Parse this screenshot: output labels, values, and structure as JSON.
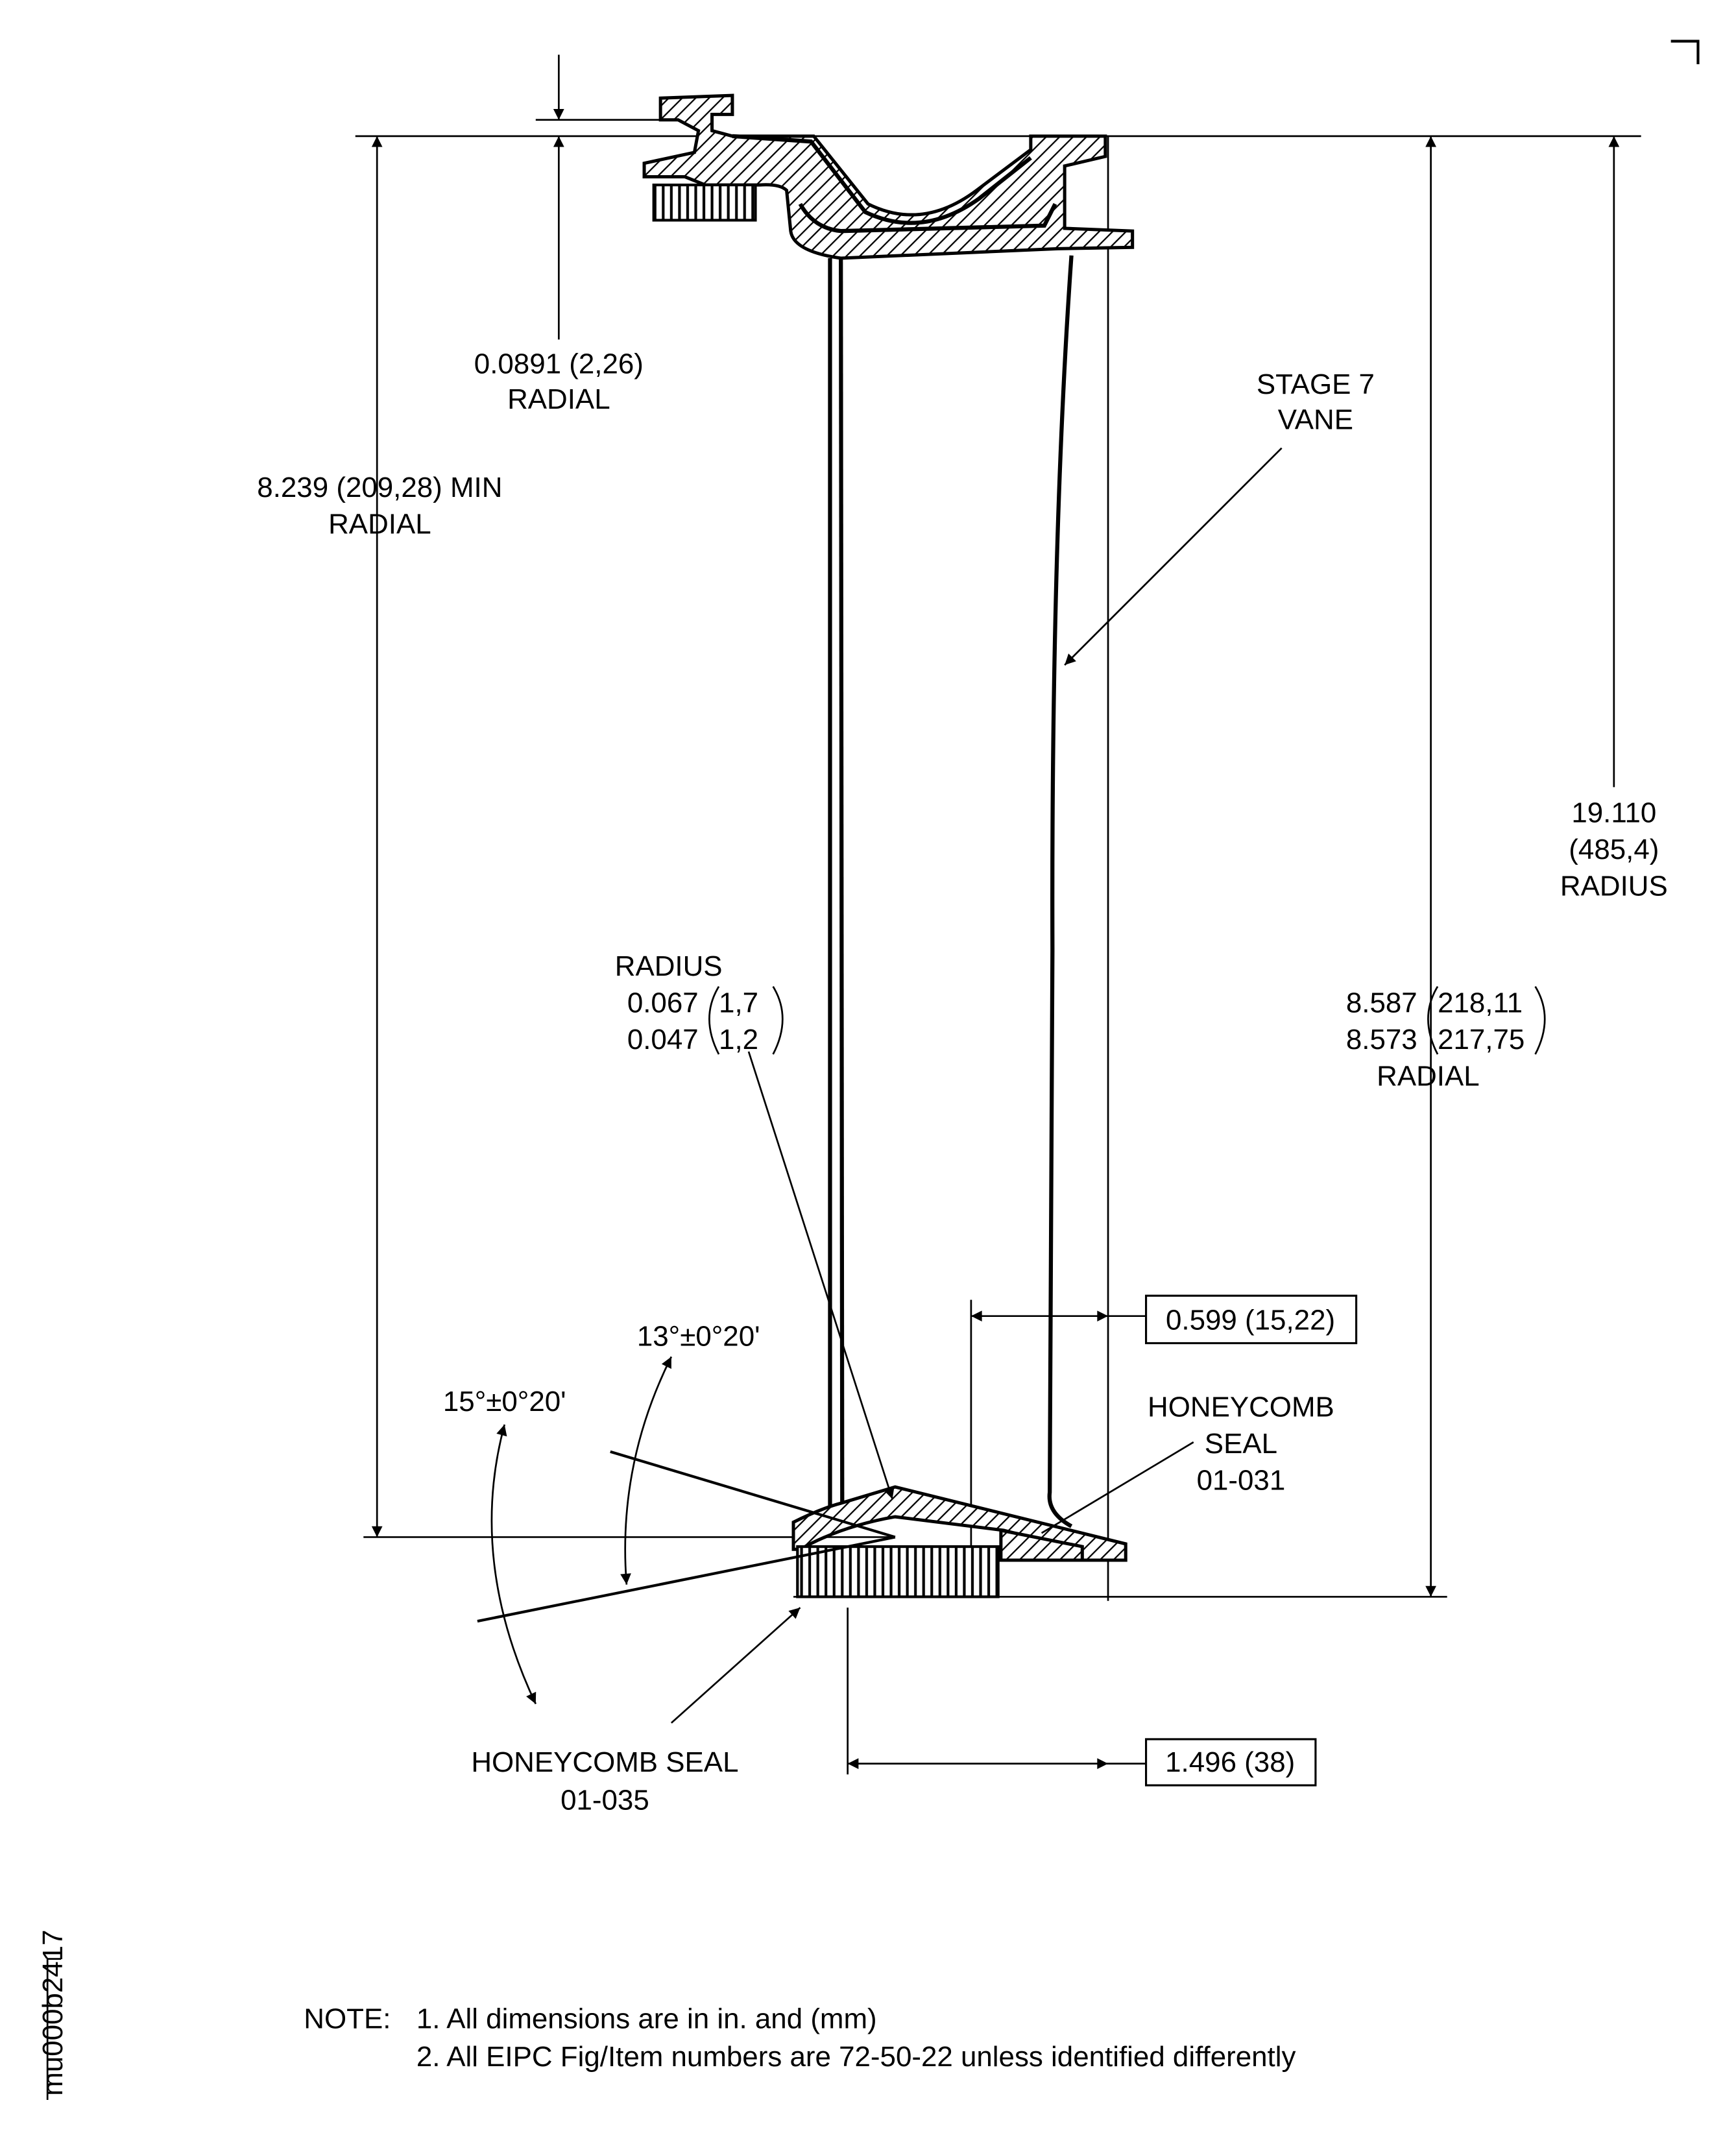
{
  "drawing_id": "mu000b2417",
  "labels": {
    "top_radial_value": "0.0891 (2,26)",
    "top_radial_word": "RADIAL",
    "min_radial_value": "8.239 (209,28) MIN",
    "min_radial_word": "RADIAL",
    "vane_line1": "STAGE 7",
    "vane_line2": "VANE",
    "radius_value": "19.110",
    "radius_mm": "(485,4)",
    "radius_word": "RADIUS",
    "fillet_title": "RADIUS",
    "fillet_max_in": "0.067",
    "fillet_max_mm": "1,7",
    "fillet_min_in": "0.047",
    "fillet_min_mm": "1,2",
    "radial_max_in": "8.587",
    "radial_max_mm": "218,11",
    "radial_min_in": "8.573",
    "radial_min_mm": "217,75",
    "radial_word": "RADIAL",
    "width_0599": "0.599 (15,22)",
    "angle_13": "13°±0°20'",
    "angle_15": "15°±0°20'",
    "seal_031_line1": "HONEYCOMB",
    "seal_031_line2": "SEAL",
    "seal_031_line3": "01-031",
    "seal_035_line1": "HONEYCOMB SEAL",
    "seal_035_line2": "01-035",
    "width_1496": "1.496 (38)"
  },
  "notes": {
    "prefix": "NOTE:",
    "note1": "1. All dimensions are in in. and (mm)",
    "note2": "2. All EIPC Fig/Item numbers are 72-50-22 unless identified differently"
  }
}
